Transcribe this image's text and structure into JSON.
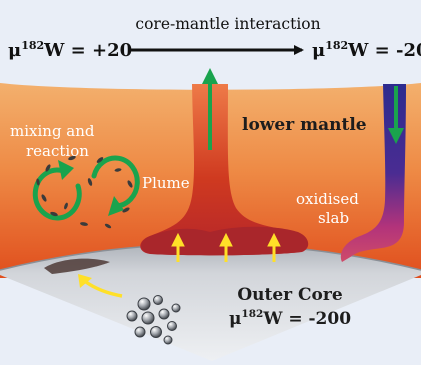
{
  "header": {
    "mu_left_symbol": "μ",
    "mu_left_sup": "182",
    "mu_left_rest": "W = +20",
    "arrow_label": "core-mantle interaction",
    "mu_right_symbol": "μ",
    "mu_right_sup": "182",
    "mu_right_rest": "W = -20"
  },
  "labels": {
    "lower_mantle": "lower mantle",
    "mixing_line1": "mixing and",
    "mixing_line2": "reaction",
    "plume": "Plume",
    "slab_line1": "oxidised",
    "slab_line2": "slab",
    "outer_core": "Outer Core",
    "core_mu_symbol": "μ",
    "core_mu_sup": "182",
    "core_mu_rest": "W = -200"
  },
  "colors": {
    "background": "#e9eef7",
    "mantle_top": "#f0a25c",
    "mantle_bottom": "#e04d1c",
    "plume": "#c8341f",
    "plume_head": "#a8262a",
    "slab_top": "#2c2f8c",
    "slab_bottom": "#c0306a",
    "core": "#c8ccd2",
    "green_arrow": "#19a04b",
    "yellow_arrow": "#ffe028",
    "text": "#222222"
  }
}
